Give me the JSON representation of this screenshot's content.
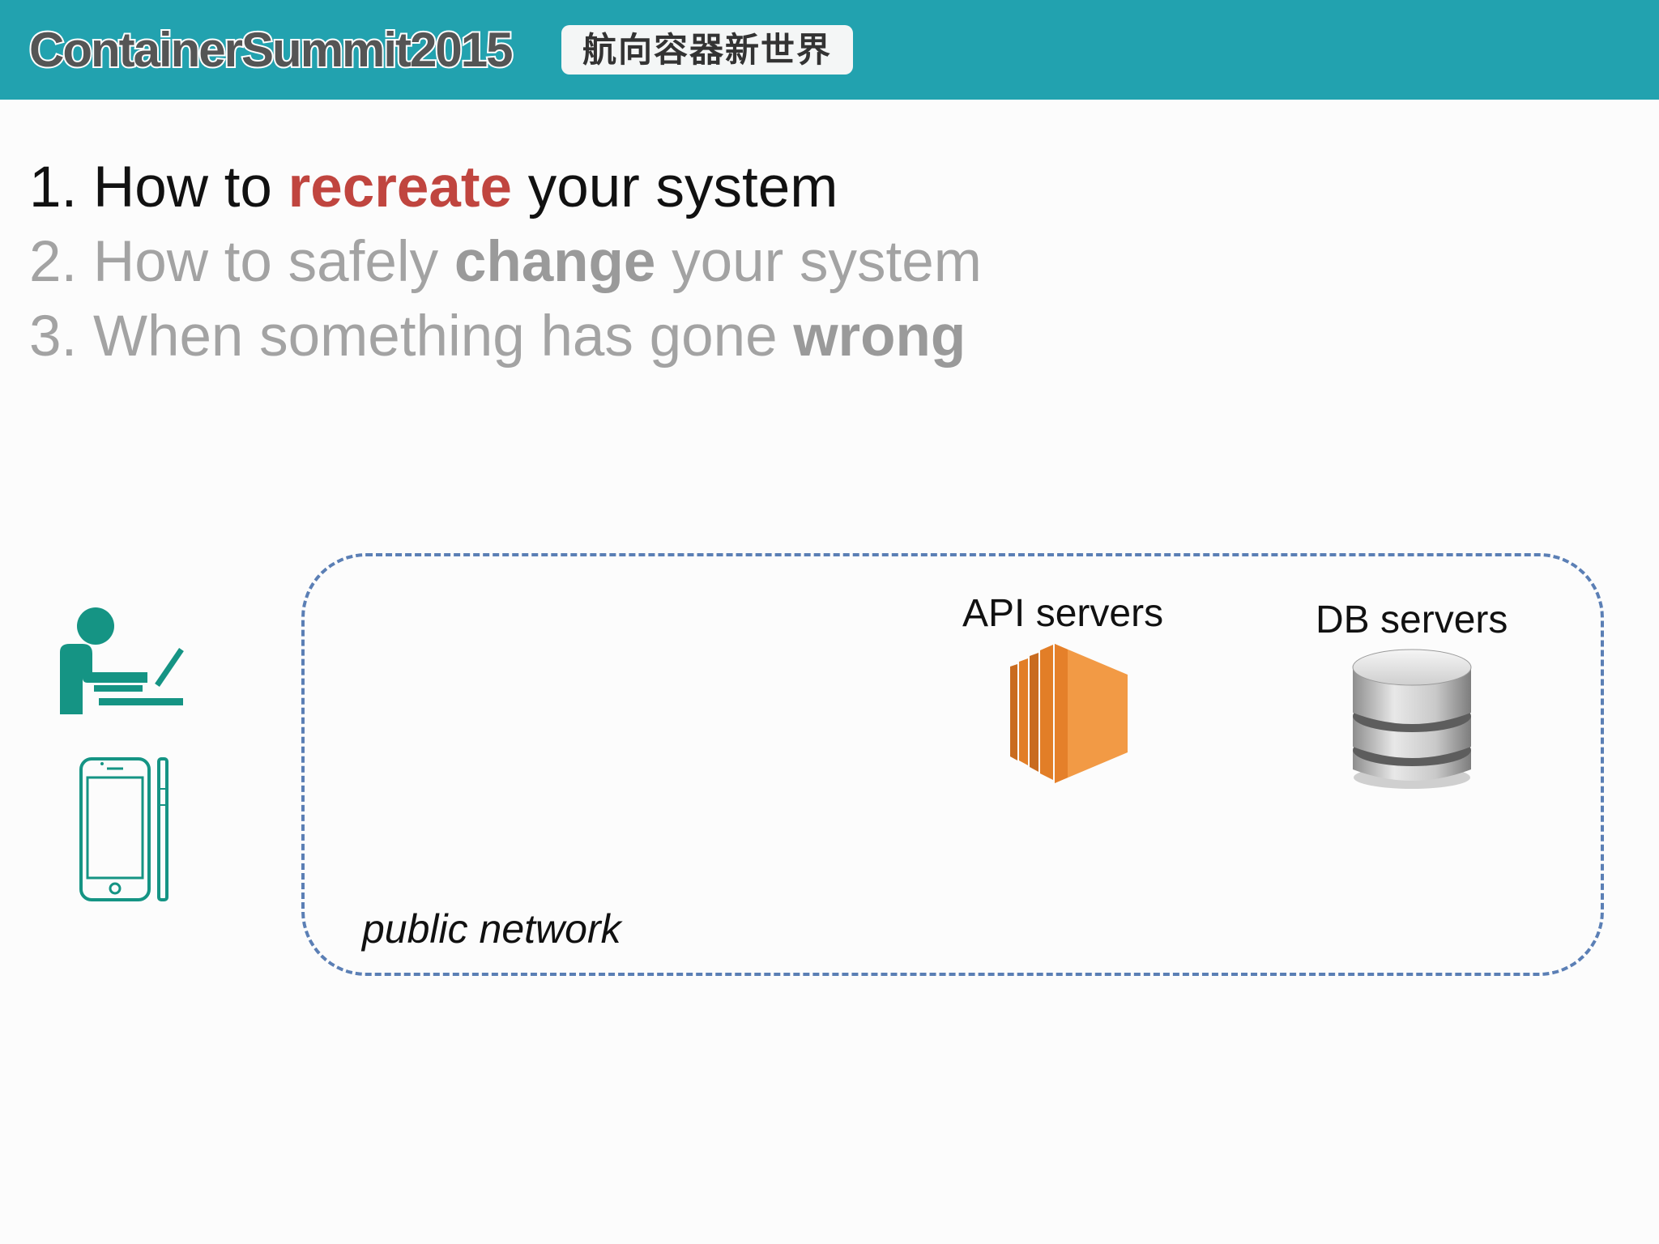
{
  "header": {
    "brand": "ContainerSummit2015",
    "tagline": "航向容器新世界"
  },
  "agenda": [
    {
      "prefix": "1. How to ",
      "emphasis": "recreate",
      "suffix": " your system",
      "state": "active"
    },
    {
      "prefix": "2. How to safely ",
      "emphasis": "change",
      "suffix": " your system",
      "state": "dim"
    },
    {
      "prefix": "3. When something has gone ",
      "emphasis": "wrong",
      "suffix": "",
      "state": "dim"
    }
  ],
  "diagram": {
    "network_label": "public network",
    "api_label": "API servers",
    "db_label": "DB servers",
    "clients": [
      "user-at-laptop-icon",
      "smartphone-icon"
    ]
  },
  "colors": {
    "header": "#22a2af",
    "emphasis": "#c0453f",
    "client_icons": "#159484",
    "api_server": "#f08f30",
    "network_border": "#5b7fb5"
  }
}
